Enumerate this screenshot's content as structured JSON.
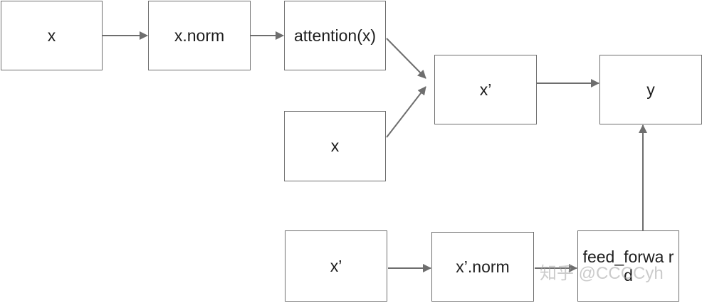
{
  "diagram": {
    "nodes": {
      "x_top": "x",
      "x_norm": "x.norm",
      "attention": "attention(x)",
      "x_mid": "x",
      "x_prime": "x’",
      "y": "y",
      "x_prime_bottom": "x’",
      "x_prime_norm": "x’.norm",
      "feed_forward": "feed_forwa rd"
    },
    "edges": [
      [
        "x_top",
        "x_norm"
      ],
      [
        "x_norm",
        "attention"
      ],
      [
        "attention",
        "x_prime"
      ],
      [
        "x_mid",
        "x_prime"
      ],
      [
        "x_prime",
        "y"
      ],
      [
        "x_prime_bottom",
        "x_prime_norm"
      ],
      [
        "x_prime_norm",
        "feed_forward"
      ],
      [
        "feed_forward",
        "y"
      ]
    ]
  },
  "watermark": "知乎 @CCCCyh",
  "colors": {
    "stroke": "#6e6e6e",
    "text": "#1e1e1e"
  }
}
